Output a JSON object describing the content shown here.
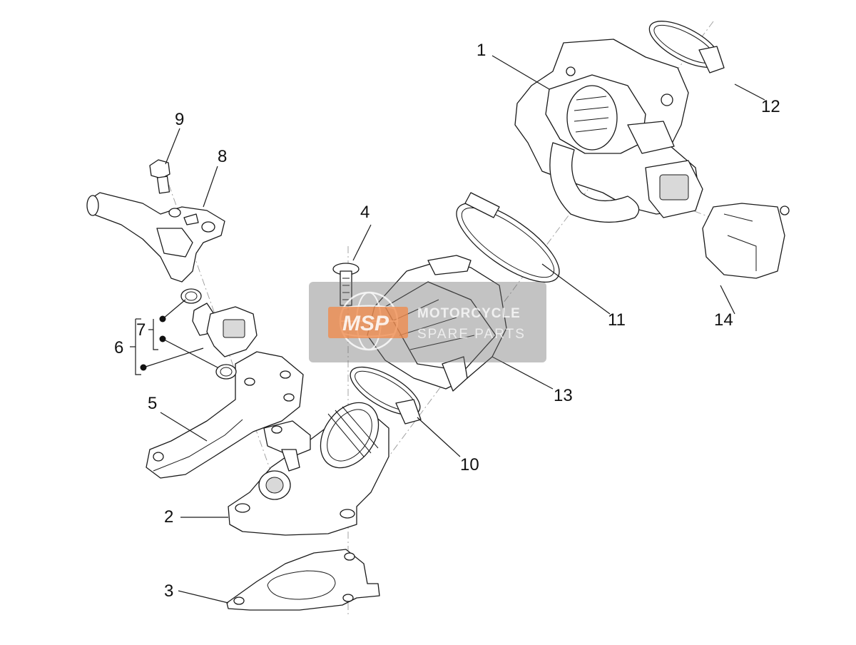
{
  "callouts": {
    "c1": "1",
    "c2": "2",
    "c3": "3",
    "c4": "4",
    "c5": "5",
    "c6": "6",
    "c7": "7",
    "c8": "8",
    "c9": "9",
    "c10": "10",
    "c11": "11",
    "c12": "12",
    "c13": "13",
    "c14": "14"
  },
  "watermark": {
    "logo_text": "MSP",
    "title": "MOTORCYCLE",
    "subtitle": "SPARE PARTS",
    "logo_color": "#f08a4b"
  }
}
